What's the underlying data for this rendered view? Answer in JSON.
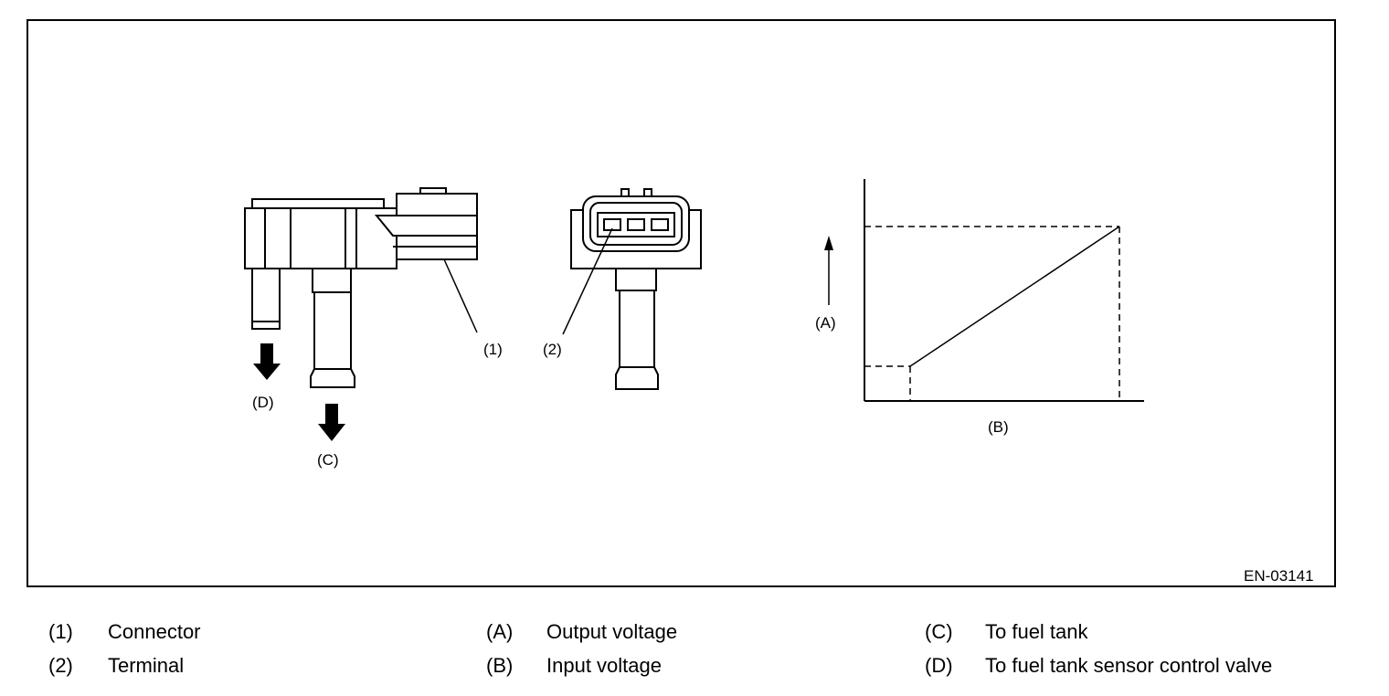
{
  "figure": {
    "code": "EN-03141",
    "callouts": {
      "connector": "(1)",
      "terminal": "(2)",
      "output_voltage": "(A)",
      "input_voltage": "(B)",
      "to_fuel_tank": "(C)",
      "to_control_valve": "(D)"
    }
  },
  "legend": [
    {
      "key": "(1)",
      "text": "Connector"
    },
    {
      "key": "(2)",
      "text": "Terminal"
    },
    {
      "key": "(A)",
      "text": "Output voltage"
    },
    {
      "key": "(B)",
      "text": "Input voltage"
    },
    {
      "key": "(C)",
      "text": "To fuel tank"
    },
    {
      "key": "(D)",
      "text": "To fuel tank sensor control valve"
    }
  ],
  "colors": {
    "line": "#000000",
    "background": "#ffffff"
  }
}
